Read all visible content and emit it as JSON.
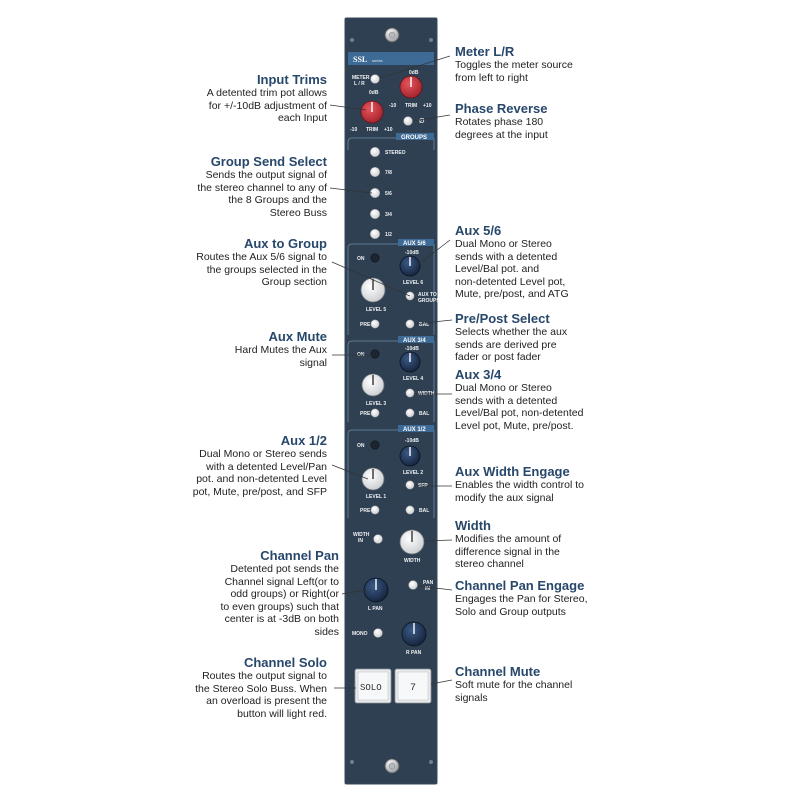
{
  "module": {
    "model": "SSL",
    "series": "series",
    "groups_header": "GROUPS",
    "group_buttons": [
      "STEREO",
      "7/8",
      "5/6",
      "3/4",
      "1/2"
    ],
    "meter_label": "METER\nL / R",
    "phase_label": "Ø",
    "trim_labels": {
      "zero": "0dB",
      "minus": "-10",
      "plus": "+10",
      "name": "TRIM"
    },
    "aux56": {
      "header": "AUX 5/6",
      "on": "ON",
      "pre": "PRE",
      "bal": "BAL",
      "level": "LEVEL 6",
      "level_bal": "LEVEL 5",
      "atg": "AUX TO GROUPS",
      "zero": "-10dB"
    },
    "aux34": {
      "header": "AUX 3/4",
      "on": "ON",
      "pre": "PRE",
      "bal": "BAL",
      "level": "LEVEL 4",
      "level_bal": "LEVEL 3",
      "width": "WIDTH",
      "zero": "-10dB"
    },
    "aux12": {
      "header": "AUX 1/2",
      "on": "ON",
      "pre": "PRE",
      "bal": "BAL",
      "level": "LEVEL 2",
      "level_bal": "LEVEL 1",
      "sfp": "SFP",
      "zero": "-10dB"
    },
    "width_in": "WIDTH IN",
    "width_label": "WIDTH",
    "pan_in": "PAN IN",
    "l_pan": "L PAN",
    "r_pan": "R PAN",
    "mono": "MONO",
    "solo_button": "SOLO",
    "mute_button": "7"
  },
  "annotations": {
    "meter_lr": {
      "title": "Meter L/R",
      "desc": "Toggles the meter source\nfrom left to right"
    },
    "input_trims": {
      "title": "Input Trims",
      "desc": "A detented trim pot allows\nfor  +/-10dB adjustment of\neach Input"
    },
    "phase_reverse": {
      "title": "Phase Reverse",
      "desc": "Rotates  phase 180\ndegrees at the input"
    },
    "group_send": {
      "title": "Group Send Select",
      "desc": "Sends the output signal of\nthe stereo channel to any of\nthe 8 Groups and the\nStereo Buss"
    },
    "aux56": {
      "title": "Aux 5/6",
      "desc": "Dual Mono or Stereo\nsends with a detented\nLevel/Bal pot. and\nnon-detented Level pot,\nMute, pre/post, and ATG"
    },
    "aux_to_group": {
      "title": "Aux to Group",
      "desc": "Routes the Aux 5/6 signal to\nthe groups selected in the\nGroup section"
    },
    "pre_post": {
      "title": "Pre/Post Select",
      "desc": "Selects whether the aux\nsends are derived pre\nfader or post fader"
    },
    "aux_mute": {
      "title": "Aux Mute",
      "desc": "Hard Mutes the Aux\nsignal"
    },
    "aux34": {
      "title": "Aux 3/4",
      "desc": "Dual Mono or Stereo\nsends with a detented\nLevel/Bal pot, non-detented\nLevel pot, Mute, pre/post."
    },
    "aux12": {
      "title": "Aux 1/2",
      "desc": "Dual Mono or Stereo sends\nwith a detented Level/Pan\npot. and non-detented Level\npot, Mute, pre/post, and SFP"
    },
    "aux_width_engage": {
      "title": "Aux Width Engage",
      "desc": "Enables the width control to\nmodify the aux signal"
    },
    "width": {
      "title": "Width",
      "desc": "Modifies the amount of\ndifference signal in the\nstereo channel"
    },
    "channel_pan": {
      "title": "Channel Pan",
      "desc": "Detented pot sends the\nChannel signal Left(or to\nodd  groups) or Right(or\nto even groups) such that\ncenter is at -3dB on both\nsides"
    },
    "channel_pan_engage": {
      "title": "Channel Pan Engage",
      "desc": "Engages the Pan for Stereo,\nSolo and Group outputs"
    },
    "channel_solo": {
      "title": "Channel Solo",
      "desc": "Routes the output signal to\nthe Stereo Solo Buss.  When\nan overload is present the\nbutton will light red."
    },
    "channel_mute": {
      "title": "Channel Mute",
      "desc": "Soft mute for the channel\nsignals"
    }
  },
  "colors": {
    "panel": "#2e4052",
    "panel_dark": "#1f2c38",
    "header": "#3e6a96",
    "title": "#27476b",
    "red_knob": "#c62f39",
    "blue_knob": "#1e3150"
  }
}
